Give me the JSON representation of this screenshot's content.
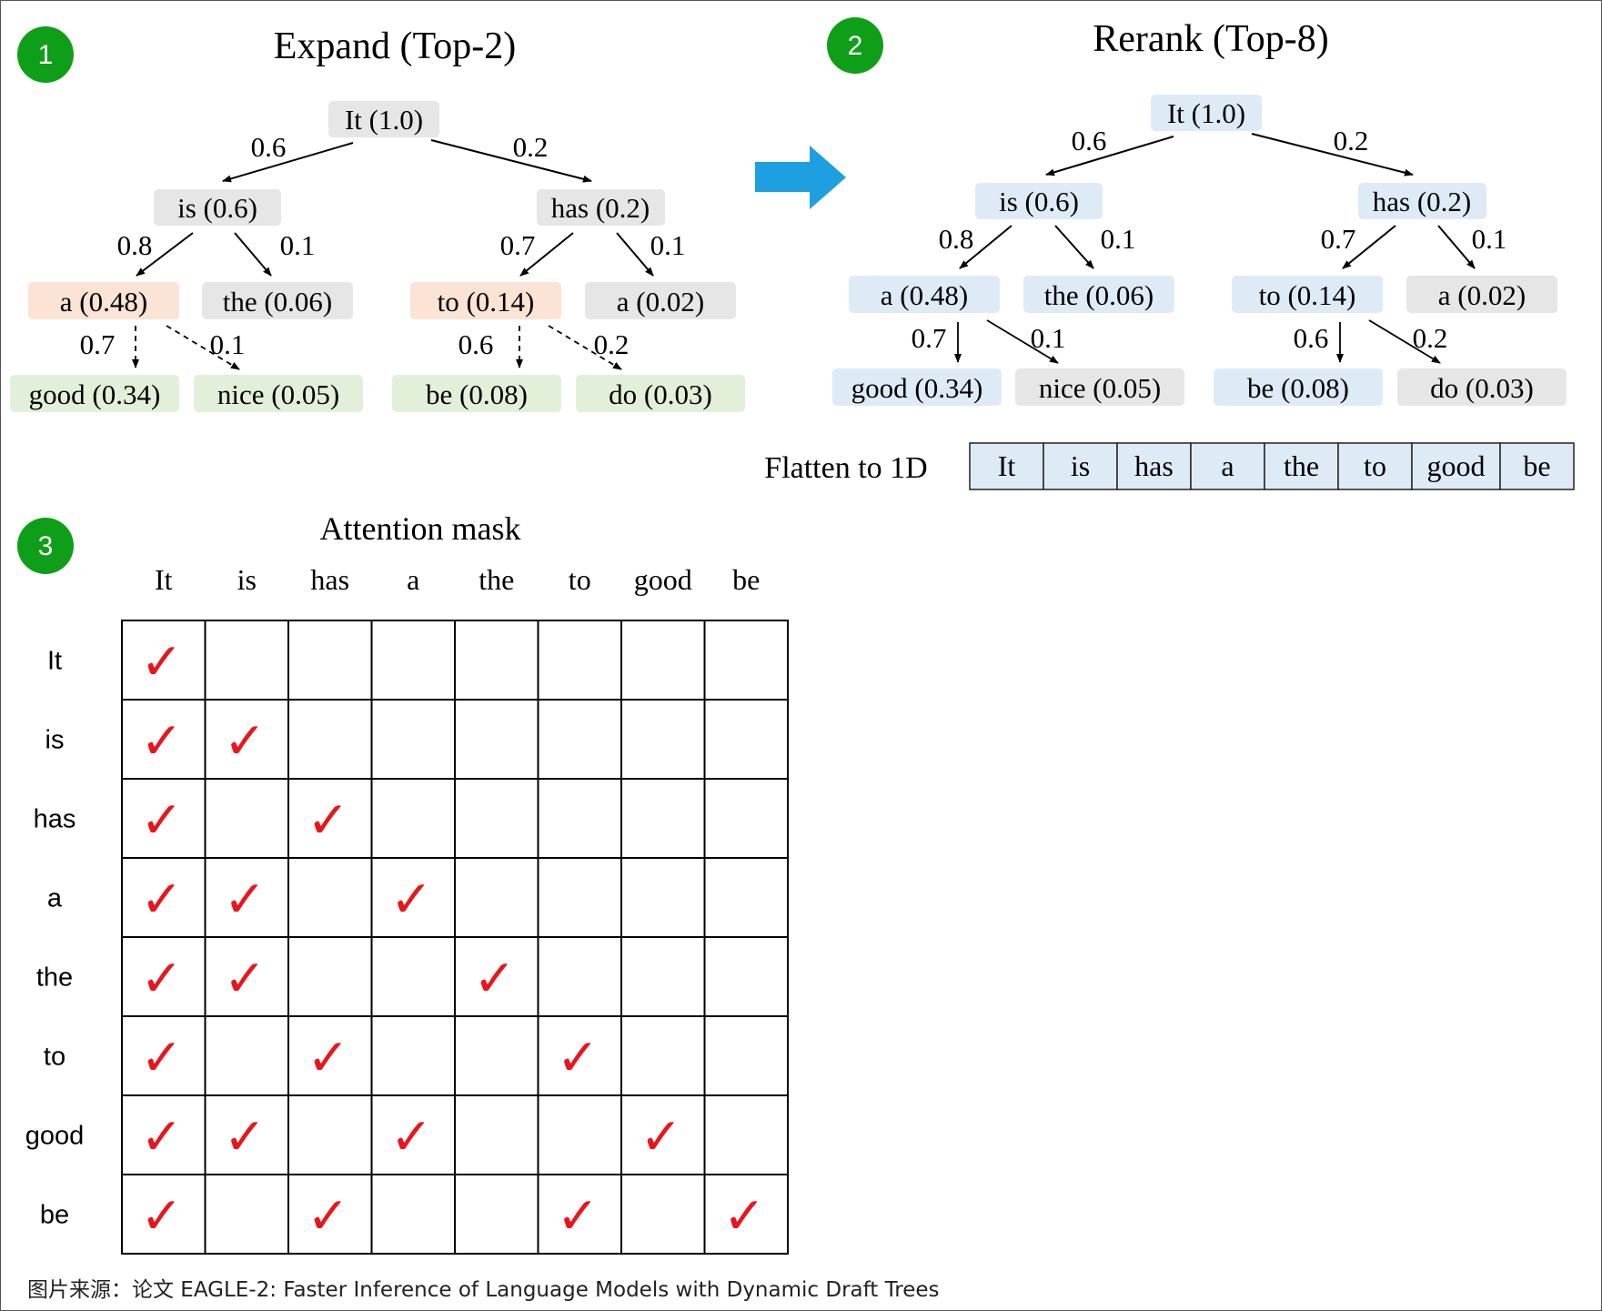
{
  "colors": {
    "node_gray": "#e6e6e6",
    "node_orange": "#fbe3d6",
    "node_green": "#e2f0d9",
    "node_blue": "#deebf7",
    "badge_green": "#0f9e18",
    "arrow_blue": "#1e9fe0",
    "check_red": "#e8161c",
    "cell_blue": "#deebf7"
  },
  "step1": {
    "badge": "1",
    "title": "Expand (Top-2)",
    "nodes": {
      "root": "It (1.0)",
      "is": "is (0.6)",
      "has": "has (0.2)",
      "a": "a (0.48)",
      "the": "the (0.06)",
      "to": "to (0.14)",
      "a2": "a (0.02)",
      "good": "good (0.34)",
      "nice": "nice (0.05)",
      "be": "be (0.08)",
      "do": "do (0.03)"
    },
    "edges": {
      "root_is": "0.6",
      "root_has": "0.2",
      "is_a": "0.8",
      "is_the": "0.1",
      "has_to": "0.7",
      "has_a2": "0.1",
      "a_good": "0.7",
      "a_nice": "0.1",
      "to_be": "0.6",
      "to_do": "0.2"
    }
  },
  "step2": {
    "badge": "2",
    "title": "Rerank (Top-8)",
    "nodes": {
      "root": "It (1.0)",
      "is": "is (0.6)",
      "has": "has (0.2)",
      "a": "a (0.48)",
      "the": "the (0.06)",
      "to": "to (0.14)",
      "a2": "a (0.02)",
      "good": "good (0.34)",
      "nice": "nice (0.05)",
      "be": "be (0.08)",
      "do": "do (0.03)"
    },
    "edges": {
      "root_is": "0.6",
      "root_has": "0.2",
      "is_a": "0.8",
      "is_the": "0.1",
      "has_to": "0.7",
      "has_a2": "0.1",
      "a_good": "0.7",
      "a_nice": "0.1",
      "to_be": "0.6",
      "to_do": "0.2"
    },
    "flatten_label": "Flatten to 1D",
    "flatten_tokens": [
      "It",
      "is",
      "has",
      "a",
      "the",
      "to",
      "good",
      "be"
    ]
  },
  "step3": {
    "badge": "3",
    "title": "Attention mask",
    "columns": [
      "It",
      "is",
      "has",
      "a",
      "the",
      "to",
      "good",
      "be"
    ],
    "rows": [
      "It",
      "is",
      "has",
      "a",
      "the",
      "to",
      "good",
      "be"
    ],
    "mask": [
      [
        1,
        0,
        0,
        0,
        0,
        0,
        0,
        0
      ],
      [
        1,
        1,
        0,
        0,
        0,
        0,
        0,
        0
      ],
      [
        1,
        0,
        1,
        0,
        0,
        0,
        0,
        0
      ],
      [
        1,
        1,
        0,
        1,
        0,
        0,
        0,
        0
      ],
      [
        1,
        1,
        0,
        0,
        1,
        0,
        0,
        0
      ],
      [
        1,
        0,
        1,
        0,
        0,
        1,
        0,
        0
      ],
      [
        1,
        1,
        0,
        1,
        0,
        0,
        1,
        0
      ],
      [
        1,
        0,
        1,
        0,
        0,
        1,
        0,
        1
      ]
    ],
    "check_symbol": "✓"
  },
  "footer": "图片来源：论文 EAGLE-2: Faster Inference of Language Models with Dynamic Draft Trees"
}
